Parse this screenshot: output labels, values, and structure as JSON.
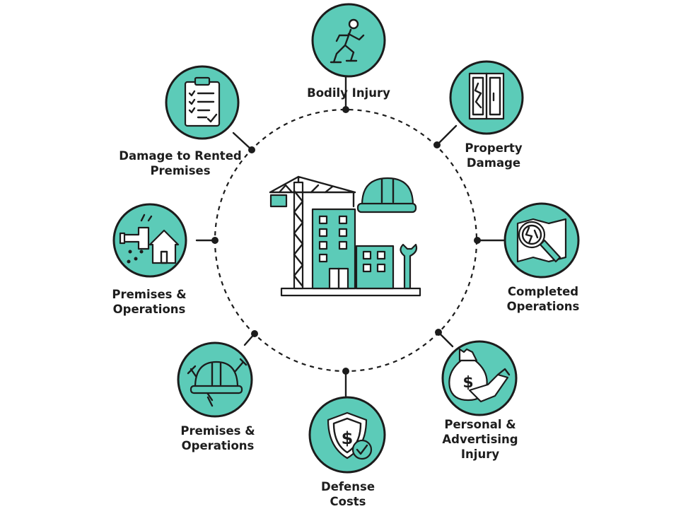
{
  "colors": {
    "accent": "#5ccbb8",
    "ink": "#1c1c1c",
    "background": "#ffffff"
  },
  "center": {
    "icon": "construction-site-icon"
  },
  "nodes": [
    {
      "id": "bodily-injury",
      "label_lines": [
        "Bodily Injury"
      ],
      "icon": "running-person-icon"
    },
    {
      "id": "property-damage",
      "label_lines": [
        "Property",
        "Damage"
      ],
      "icon": "broken-window-icon"
    },
    {
      "id": "completed-operations",
      "label_lines": [
        "Completed",
        "Operations"
      ],
      "icon": "magnifier-crack-icon"
    },
    {
      "id": "personal-advertising-injury",
      "label_lines": [
        "Personal &",
        "Advertising",
        "Injury"
      ],
      "icon": "money-handshake-icon"
    },
    {
      "id": "defense-costs",
      "label_lines": [
        "Defense",
        "Costs"
      ],
      "icon": "shield-dollar-icon"
    },
    {
      "id": "premises-operations-tools",
      "label_lines": [
        "Premises &",
        "Operations"
      ],
      "icon": "hardhat-tools-icon"
    },
    {
      "id": "premises-operations-house",
      "label_lines": [
        "Premises &",
        "Operations"
      ],
      "icon": "leaking-pipe-house-icon"
    },
    {
      "id": "damage-rented-premises",
      "label_lines": [
        "Damage to Rented",
        "Premises"
      ],
      "icon": "clipboard-checklist-icon"
    }
  ]
}
